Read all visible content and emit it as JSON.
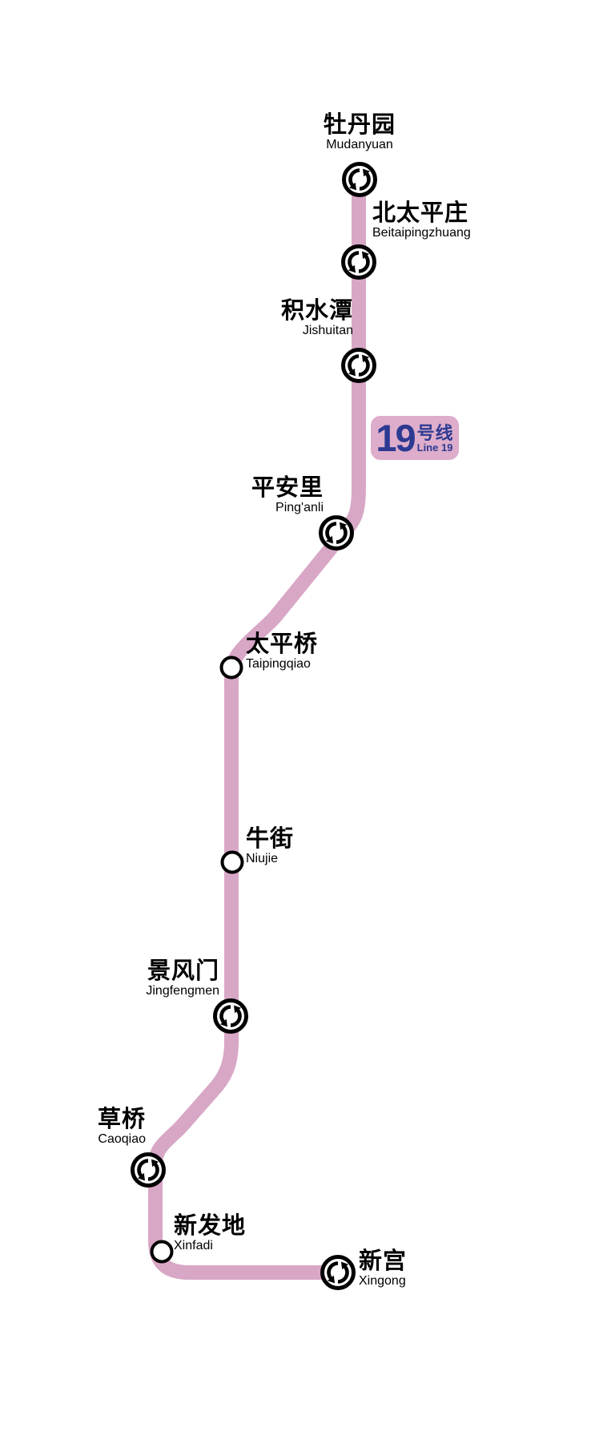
{
  "line": {
    "color": "#D8A7C6",
    "badge": {
      "number": "19",
      "suffix_zh": "号线",
      "name_en": "Line 19",
      "bg_color": "#DDADCB",
      "text_color": "#2D3A92"
    }
  },
  "stations": [
    {
      "name_zh": "牡丹园",
      "name_en": "Mudanyuan",
      "type": "transfer"
    },
    {
      "name_zh": "北太平庄",
      "name_en": "Beitaipingzhuang",
      "type": "transfer"
    },
    {
      "name_zh": "积水潭",
      "name_en": "Jishuitan",
      "type": "transfer"
    },
    {
      "name_zh": "平安里",
      "name_en": "Ping'anli",
      "type": "transfer"
    },
    {
      "name_zh": "太平桥",
      "name_en": "Taipingqiao",
      "type": "regular"
    },
    {
      "name_zh": "牛街",
      "name_en": "Niujie",
      "type": "regular"
    },
    {
      "name_zh": "景风门",
      "name_en": "Jingfengmen",
      "type": "transfer"
    },
    {
      "name_zh": "草桥",
      "name_en": "Caoqiao",
      "type": "transfer"
    },
    {
      "name_zh": "新发地",
      "name_en": "Xinfadi",
      "type": "regular"
    },
    {
      "name_zh": "新宫",
      "name_en": "Xingong",
      "type": "transfer"
    }
  ]
}
